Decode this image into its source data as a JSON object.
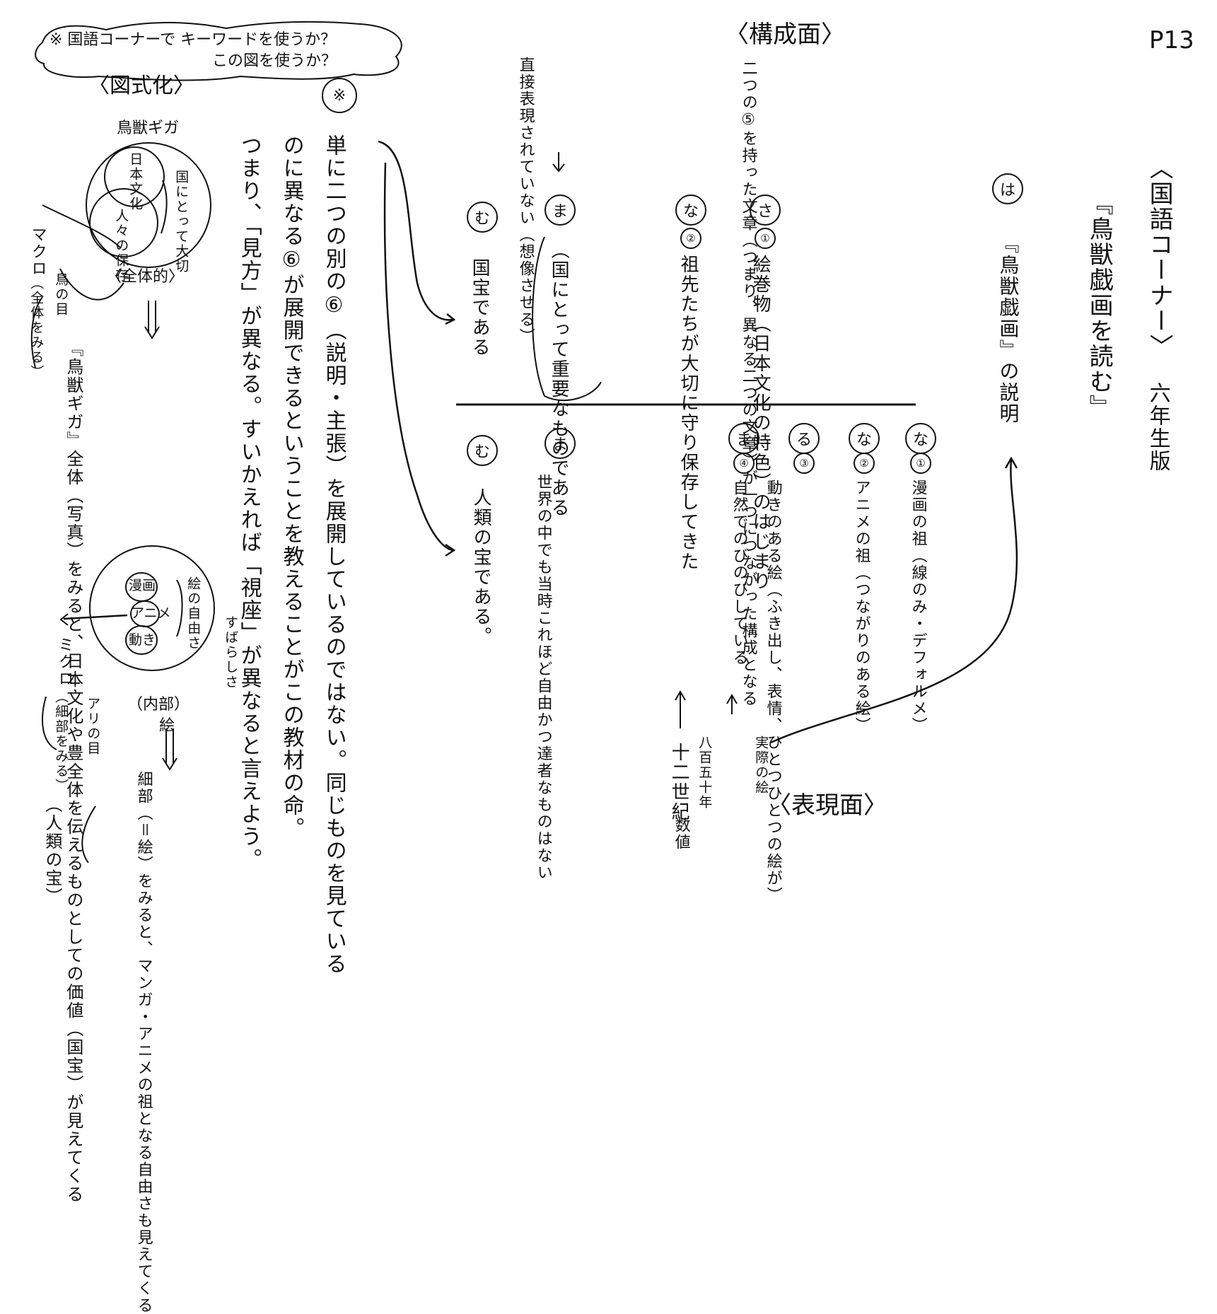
{
  "page_number": "P13",
  "right_panel": {
    "title": "〈国語コーナー〉",
    "subtitle": "『鳥獣戯画を読む』",
    "grade": "六年生版"
  },
  "ha": {
    "mark": "は",
    "text": "『鳥獣戯画』の説明"
  },
  "kousei": {
    "header": "〈構成面〉",
    "note": "二つの⑤を持った文章（つまり、異なる二つの文章）が一つにつながった構成となる",
    "arrow_note": "直接表現されていない（想像させる）"
  },
  "top_row": [
    {
      "mark": "さ",
      "sub": "①",
      "text": "絵巻物（日本文化の特色）のはじまり"
    },
    {
      "mark": "な",
      "sub": "②",
      "text": "祖先たちが大切に守り保存してきた"
    },
    {
      "mark": "ま",
      "sub": "",
      "text": "（国にとって重要なものである"
    },
    {
      "mark": "む",
      "sub": "",
      "text": "国宝である"
    }
  ],
  "bottom_row": [
    {
      "mark": "な",
      "sub": "①",
      "text": "漫画の祖（線のみ・デフォルメ）"
    },
    {
      "mark": "な",
      "sub": "②",
      "text": "アニメの祖（つながりのある絵）"
    },
    {
      "mark": "る",
      "sub": "③",
      "text": "動きのある絵（ふき出し、表情、ひとつひとつの絵が）"
    },
    {
      "mark": "ま",
      "sub": "④",
      "text": "自然でのびのびしている"
    },
    {
      "mark": "ま",
      "sub": "",
      "text": "世界の中でも当時これほど自由かつ達者なものはない"
    },
    {
      "mark": "む",
      "sub": "",
      "text": "人類の宝である。"
    }
  ],
  "hyogen": {
    "footer": "〈表現面〉",
    "real_picture": "実際の絵",
    "year": "八百五十年",
    "century": "十二世紀",
    "number": "数値"
  },
  "banner": {
    "line1": "※ 国語コーナーで キーワードを使うか？",
    "line2": "この図を使うか？",
    "label": "〈図式化〉"
  },
  "diagram1": {
    "top_label": "鳥獣ギガ",
    "inner1": "日本文化",
    "inner2": "人々の保存",
    "right_note": "国にとって大切",
    "bottom_label": "〈全体的〉",
    "macro": "マクロ",
    "macro_sub": "鳥の目",
    "macro_sub2": "（全体をみる）"
  },
  "diagram1_explain": "『鳥獣ギガ』全体（写真）をみると、日本文化や豊全体を伝えるものとしての価値（国宝）が見えてくる",
  "diagram2": {
    "inner1": "漫画",
    "inner2": "アニメ",
    "inner3": "動き",
    "right_note": "絵の自由さ",
    "side_note": "すばらしさ",
    "bottom_label": "（内部）",
    "bottom_label2": "絵",
    "micro": "ミクロ",
    "micro_sub": "アリの目",
    "micro_sub2": "（細部をみる）"
  },
  "diagram2_explain": "細部（＝絵）をみると、マンガ・アニメの祖となる自由さも見えてくる",
  "diagram2_tail": "（人類の宝）",
  "mark_kome": "※",
  "main_text": {
    "line1": "単に二つの別の⑥（説明・主張）を展開しているのではない。同じものを見ている",
    "line2": "のに異なる⑥が展開できるということを教えることがこの教材の命。",
    "line3": "つまり、「見方」が異なる。すいかえれば「視座」が異なると言えよう。"
  }
}
